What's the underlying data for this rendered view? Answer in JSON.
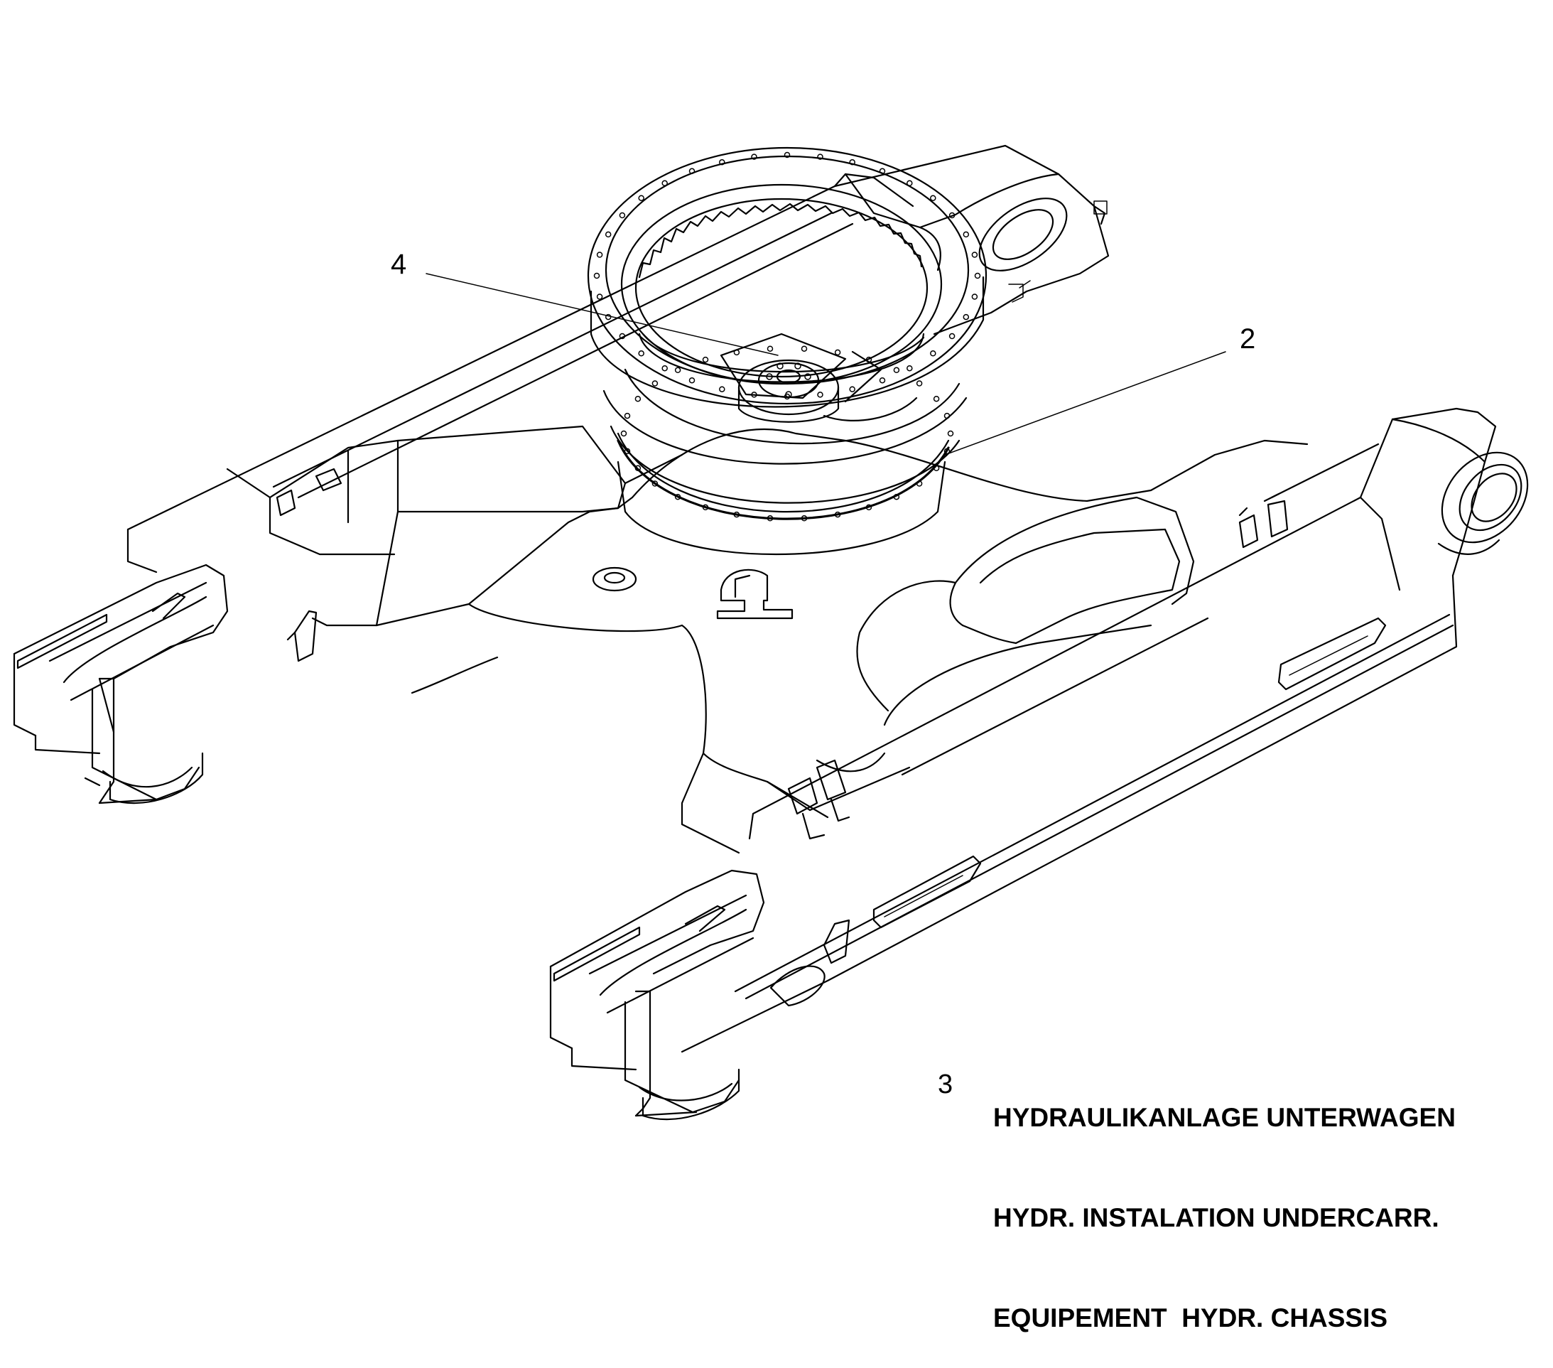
{
  "callouts": {
    "part_4": "4",
    "part_2": "2"
  },
  "legend": {
    "number": "3",
    "line_de": "HYDRAULIKANLAGE UNTERWAGEN",
    "line_en": "HYDR. INSTALATION UNDERCARR.",
    "line_fr": "EQUIPEMENT  HYDR. CHASSIS"
  }
}
